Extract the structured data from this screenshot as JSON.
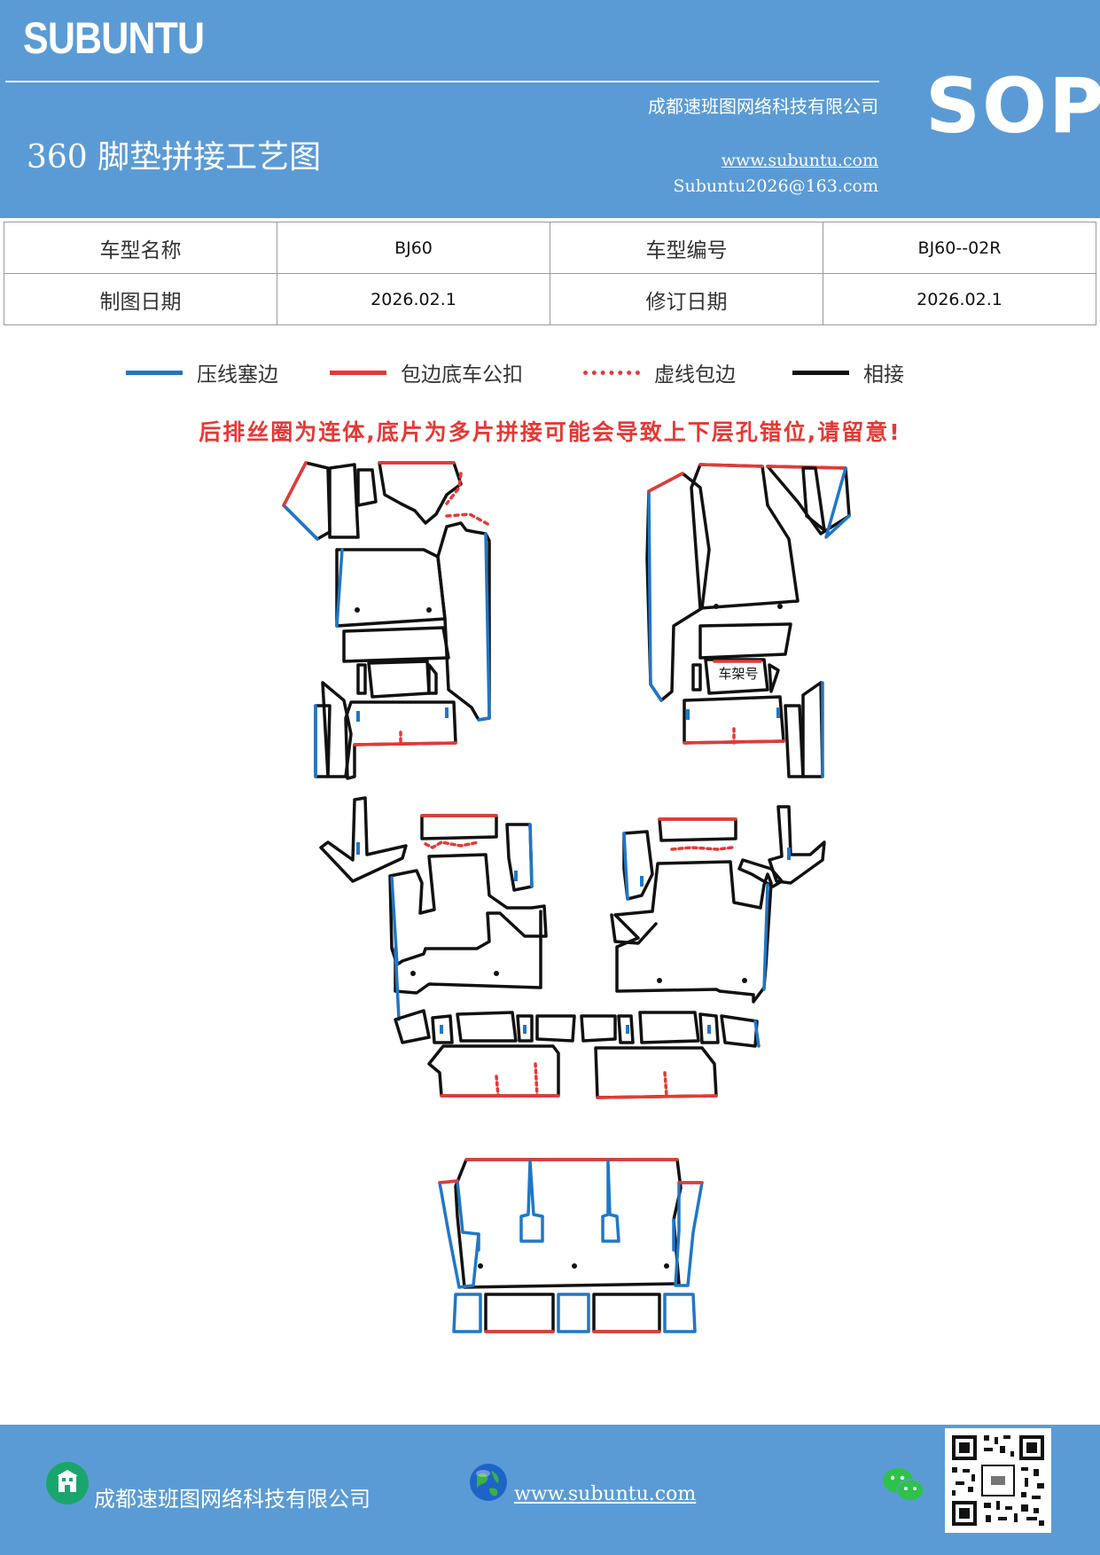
{
  "header": {
    "brand": "SUBUNTU",
    "company": "成都速班图网络科技有限公司",
    "title": "360 脚垫拼接工艺图",
    "website": "www.subuntu.com",
    "email": "Subuntu2026@163.com",
    "badge": "SOP"
  },
  "info_table": {
    "model_name_label": "车型名称",
    "model_name_value": "BJ60",
    "model_code_label": "车型编号",
    "model_code_value": "BJ60--02R",
    "draw_date_label": "制图日期",
    "draw_date_value": "2026.02.1",
    "revise_date_label": "修订日期",
    "revise_date_value": "2026.02.1"
  },
  "legend": [
    {
      "label": "压线塞边",
      "color": "#1f77c8",
      "style": "solid"
    },
    {
      "label": "包边底车公扣",
      "color": "#e53935",
      "style": "solid"
    },
    {
      "label": "虚线包边",
      "color": "#e53935",
      "style": "dotted"
    },
    {
      "label": "相接",
      "color": "#111111",
      "style": "solid"
    }
  ],
  "warning": "后排丝圈为连体,底片为多片拼接可能会导致上下层孔错位,请留意!",
  "diagram": {
    "vin_label": "车架号"
  },
  "footer": {
    "company": "成都速班图网络科技有限公司",
    "website": "www.subuntu.com"
  },
  "icons": {
    "building": "building-icon",
    "globe": "globe-icon",
    "wechat": "wechat-icon",
    "qr": "qr-code"
  }
}
